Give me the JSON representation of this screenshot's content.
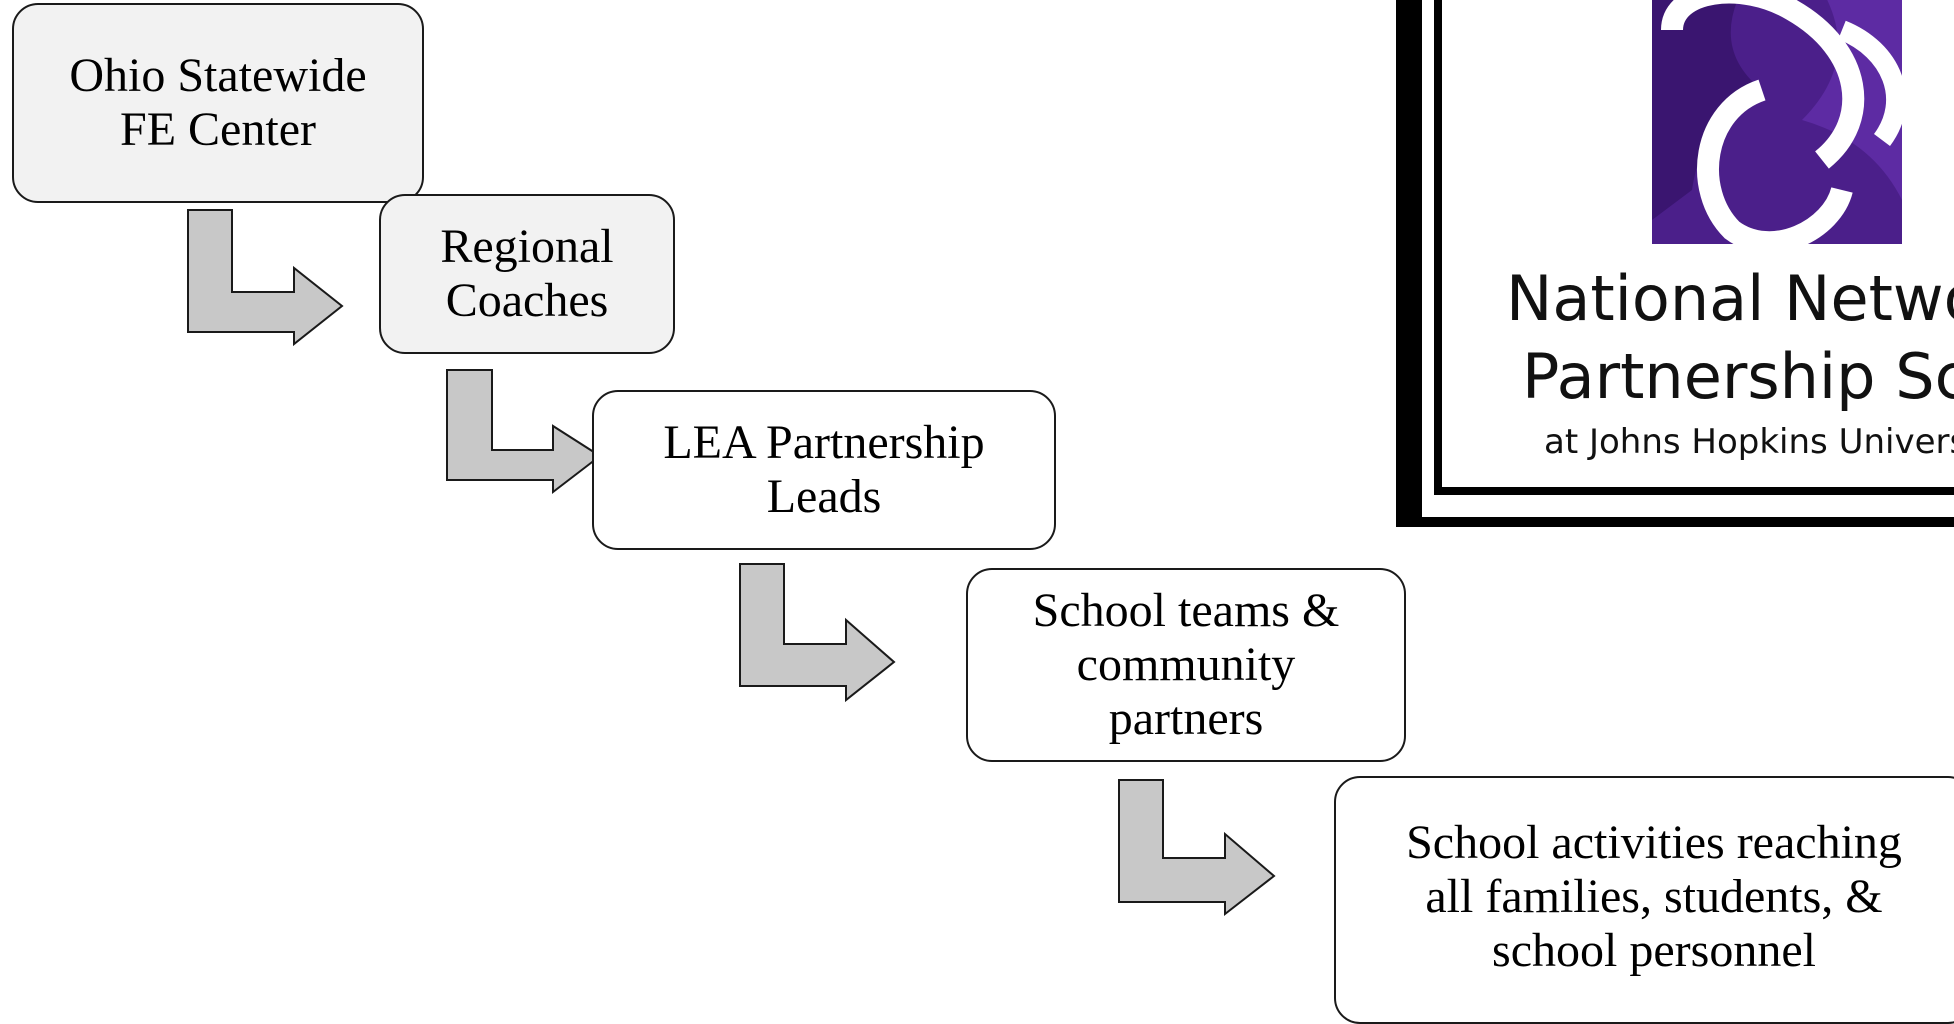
{
  "diagram": {
    "steps": [
      {
        "lines": [
          "Ohio Statewide",
          "FE Center"
        ]
      },
      {
        "lines": [
          "Regional",
          "Coaches"
        ]
      },
      {
        "lines": [
          "LEA Partnership",
          "Leads"
        ]
      },
      {
        "lines": [
          "School teams &",
          "community",
          "partners"
        ]
      },
      {
        "lines": [
          "School activities reaching",
          "all families, students, &",
          "school personnel"
        ]
      }
    ]
  },
  "logo": {
    "line1": "National Network of",
    "line2": "Partnership Schools",
    "line3": "at Johns Hopkins University"
  },
  "colors": {
    "arrow_fill": "#c8c8c8",
    "logo_purple": "#4b1f8a",
    "box_shaded": "#f2f2f2"
  }
}
